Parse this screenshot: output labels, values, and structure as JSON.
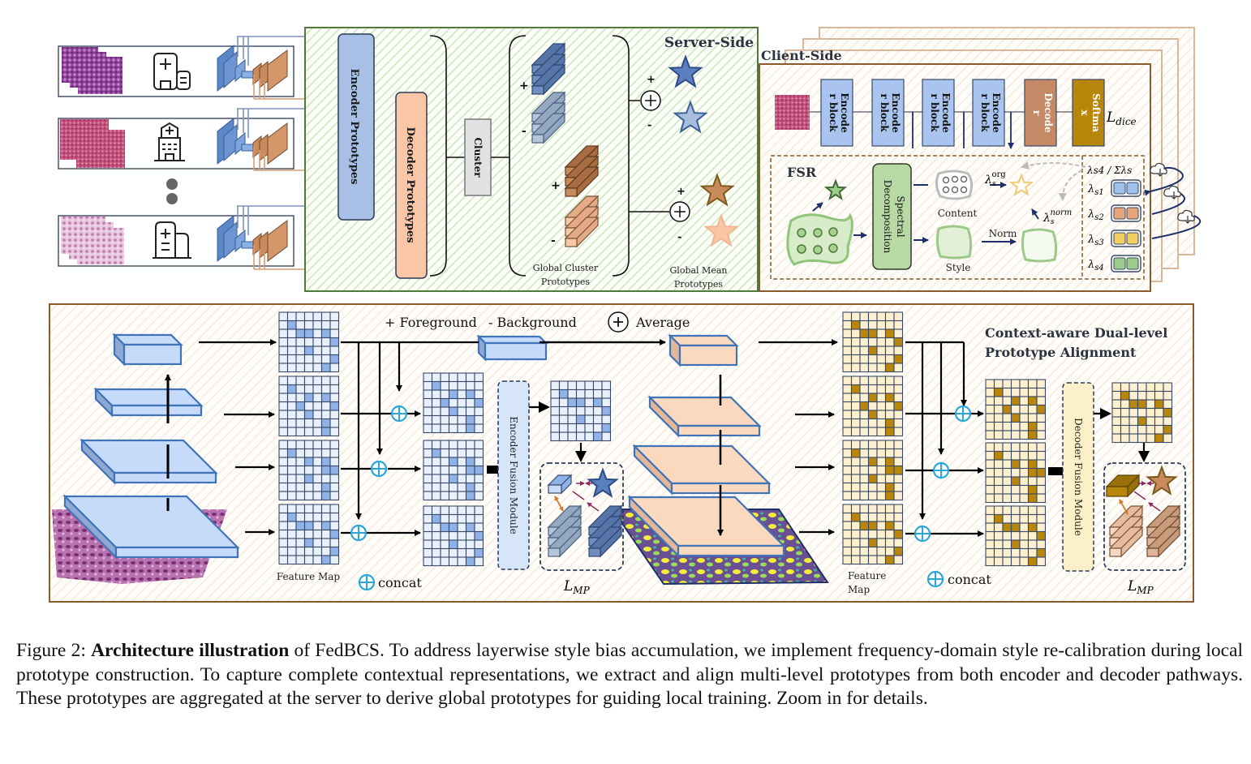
{
  "figure": {
    "server": {
      "title": "Server-Side",
      "encoder_prototypes": "Encoder Prototypes",
      "decoder_prototypes": "Decoder Prototypes",
      "cluster": "Cluster",
      "global_cluster_label_1": "Global Cluster",
      "global_cluster_label_2": "Prototypes",
      "global_mean_label_1": "Global Mean",
      "global_mean_label_2": "Prototypes",
      "plus": "+",
      "minus": "-"
    },
    "clients": {
      "count_visible": 3,
      "ellipsis": "••",
      "icons": [
        "hospital-icon",
        "clinic-icon",
        "medical-building-icon"
      ]
    },
    "client_side": {
      "title": "Client-Side",
      "blocks": [
        {
          "line1": "Encode",
          "line2": "r block",
          "color": "#a8c4ef"
        },
        {
          "line1": "Encode",
          "line2": "r block",
          "color": "#a8c4ef"
        },
        {
          "line1": "Encode",
          "line2": "r block",
          "color": "#a8c4ef"
        },
        {
          "line1": "Encode",
          "line2": "r block",
          "color": "#a8c4ef"
        },
        {
          "line1": "Decode",
          "line2": "r",
          "color": "#c48a66"
        },
        {
          "line1": "Softma",
          "line2": "x",
          "color": "#b8860b"
        }
      ],
      "loss": "L",
      "loss_sub": "dice",
      "fsr": {
        "title": "FSR",
        "spectral_1": "Spectral",
        "spectral_2": "Decomposition",
        "content": "Content",
        "style": "Style",
        "norm": "Norm",
        "lambda_org": "org",
        "lambda_norm": "norm",
        "lambda_header": "λs4 / Σλs",
        "lambdas": [
          {
            "label": "s1",
            "color": "#9fc0ec"
          },
          {
            "label": "s2",
            "color": "#e8a57a"
          },
          {
            "label": "s3",
            "color": "#f2d060"
          },
          {
            "label": "s4",
            "color": "#9ccc8c"
          }
        ]
      }
    },
    "bottom": {
      "title_1": "Context-aware Dual-level",
      "title_2": "Prototype Alignment",
      "legend_fg": "+ Foreground",
      "legend_bg": "- Background",
      "legend_avg": "Average",
      "feature_map": "Feature Map",
      "feature_map_1": "Feature",
      "feature_map_2": "Map",
      "concat": "concat",
      "encoder_fusion": "Encoder Fusion Module",
      "decoder_fusion": "Decoder Fusion Module",
      "loss": "L",
      "loss_sub": "MP"
    }
  },
  "caption": {
    "prefix": "Figure 2: ",
    "bold": "Architecture illustration",
    "text": " of FedBCS. To address layerwise style bias accumulation, we implement frequency-domain style re-calibration during local prototype construction. To capture complete contextual representations, we extract and align multi-level prototypes from both encoder and decoder pathways. These prototypes are aggregated at the server to derive global prototypes for guiding local training. Zoom in for details."
  },
  "colors": {
    "enc_light": "#c6dafa",
    "enc_stroke": "#3f74b8",
    "dec_light": "#fbd9bf",
    "dec_dark": "#b8860b",
    "server_border": "#4e7a3a",
    "client_border": "#8b5a2b"
  }
}
